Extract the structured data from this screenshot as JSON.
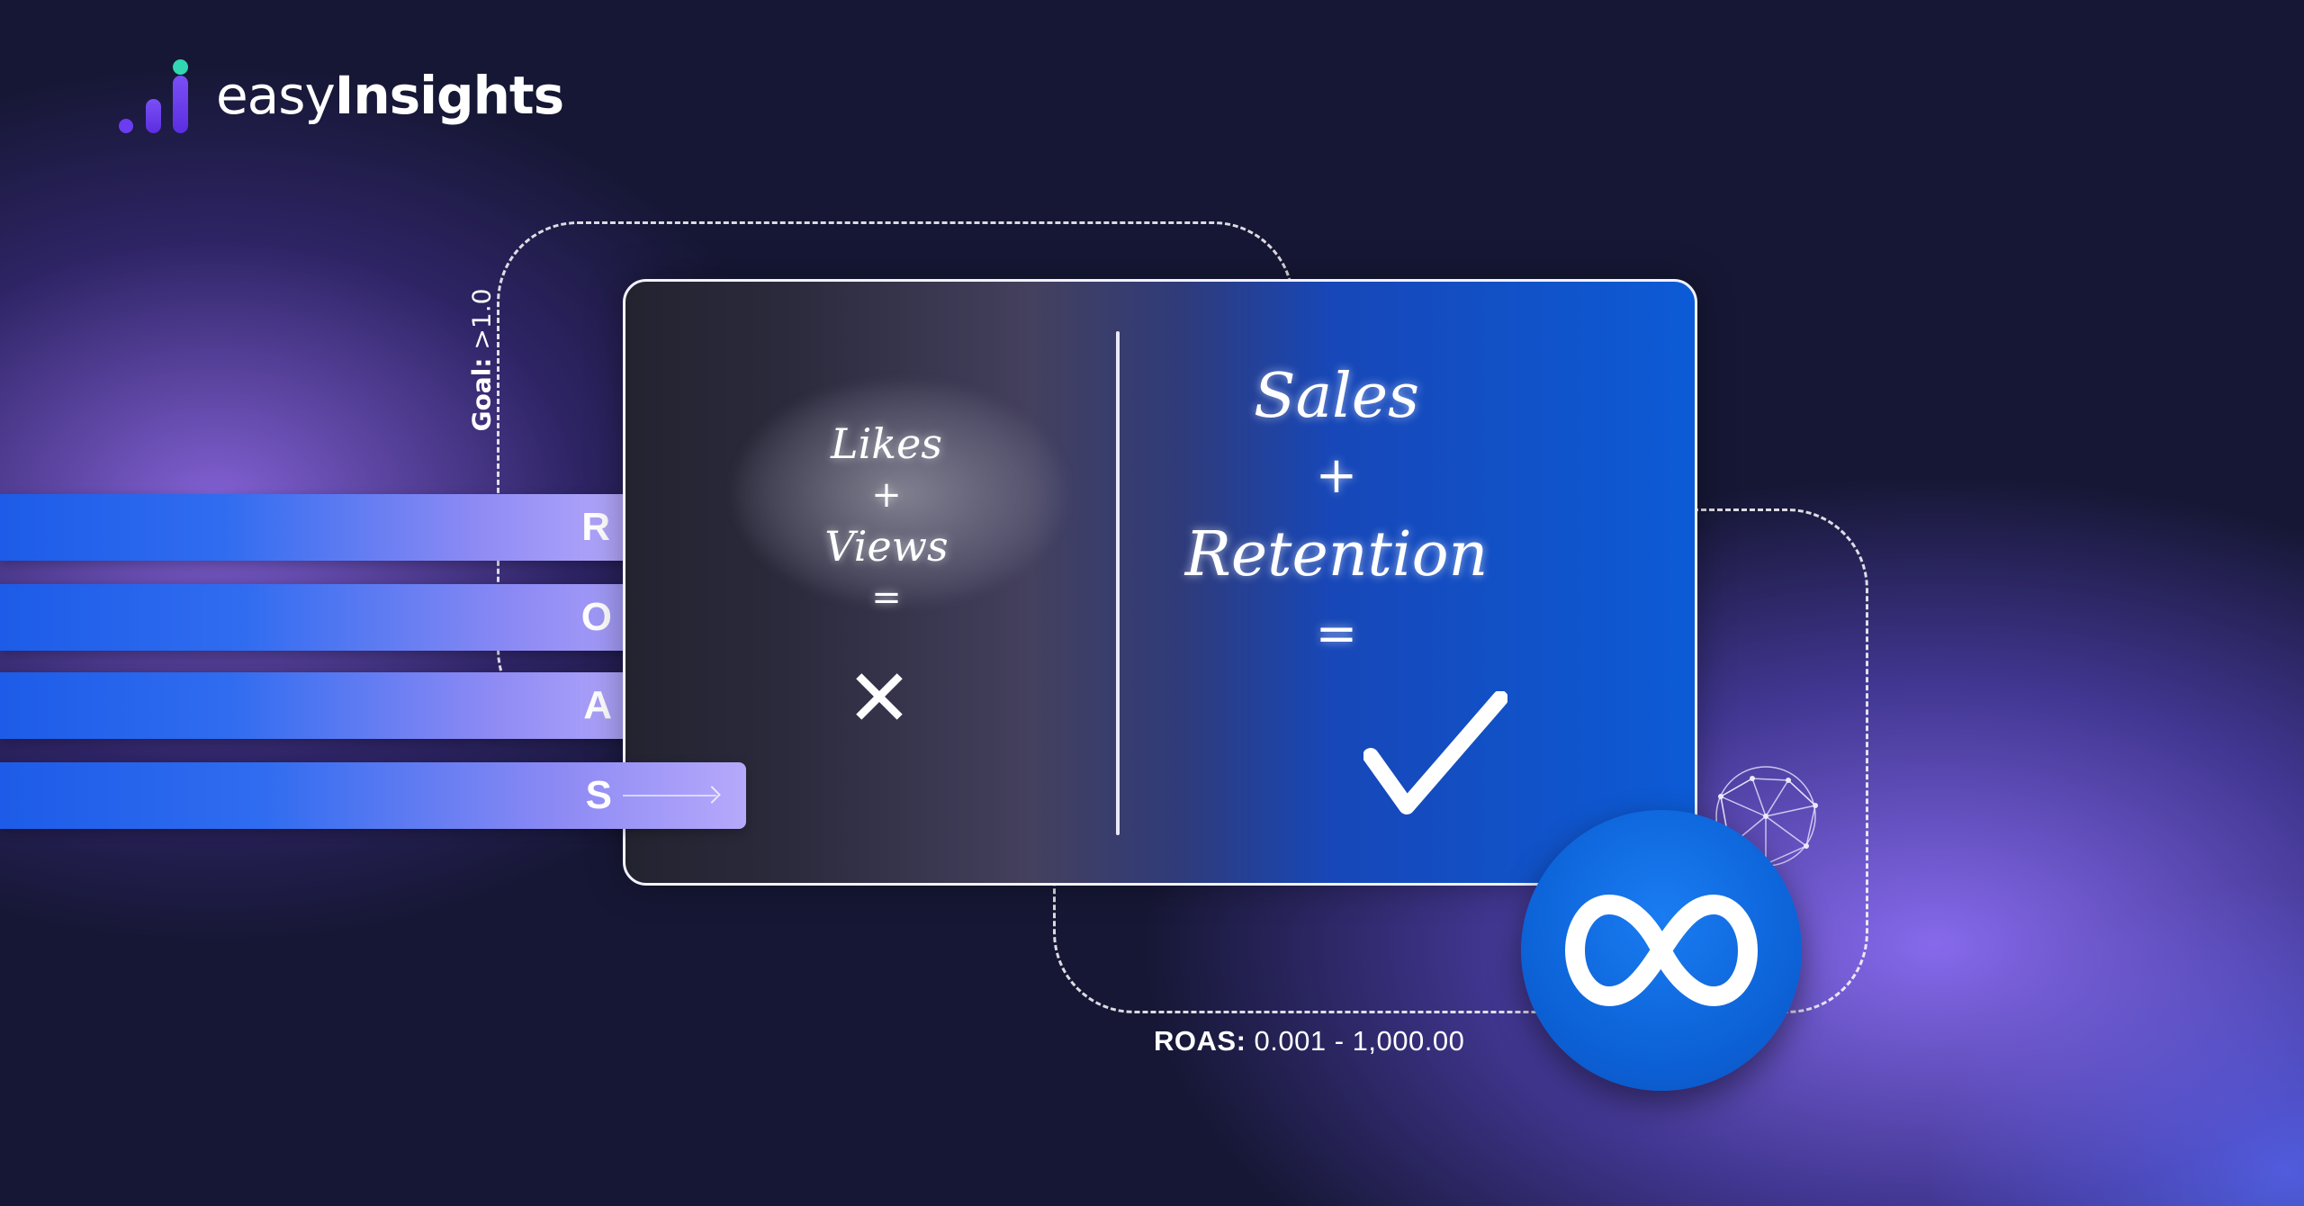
{
  "brand": {
    "name_light": "easy",
    "name_bold": "Insights",
    "logo_icon": "bar-chart-logo-icon",
    "accent_colors": [
      "#6a3df0",
      "#31d6b2"
    ]
  },
  "goal": {
    "label": "Goal:",
    "value": ">1.0"
  },
  "roas_letters": [
    "R",
    "O",
    "A",
    "S"
  ],
  "card": {
    "left": {
      "line1": "Likes",
      "line2": "+",
      "line3": "Views",
      "line4": "=",
      "result_icon": "cross-icon",
      "result_glyph": "✕"
    },
    "right": {
      "line1": "Sales",
      "line2": "+",
      "line3": "Retention",
      "line4": "=",
      "result_icon": "checkmark-icon"
    }
  },
  "roas_range": {
    "label": "ROAS:",
    "value": "0.001 - 1,000.00"
  },
  "meta_logo": "meta-infinity-icon",
  "colors": {
    "background": "#161735",
    "glow_purple": "#8d6ff0",
    "card_blue": "#0c5bd6",
    "bar_blue": "#1d5ce8",
    "bar_lavender": "#b6a9fb"
  }
}
